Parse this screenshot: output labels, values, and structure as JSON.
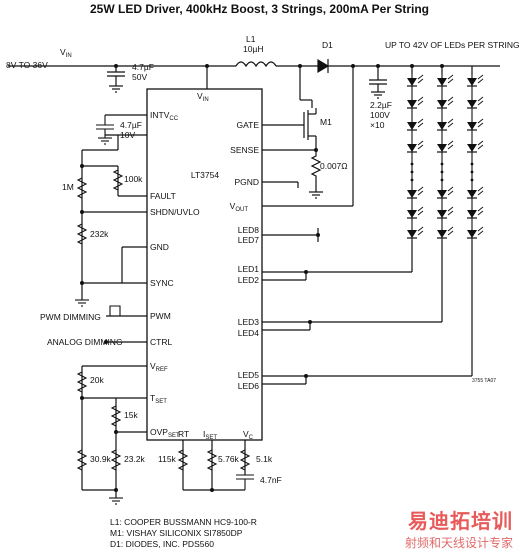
{
  "title": "25W LED Driver, 400kHz Boost, 3 Strings, 200mA Per String",
  "chip": {
    "name": "LT3754",
    "pins_left": [
      "V",
      "INTV",
      "FAULT",
      "SHDN/UVLO",
      "GND",
      "SYNC",
      "PWM",
      "CTRL",
      "V",
      "T",
      "OVP"
    ],
    "pins_left_sub": [
      "IN",
      "CC",
      "",
      "",
      "",
      "",
      "",
      "",
      "REF",
      "SET",
      "SET"
    ],
    "pins_right": [
      "GATE",
      "SENSE",
      "PGND",
      "V",
      "LED8",
      "LED7",
      "LED1",
      "LED2",
      "LED3",
      "LED4",
      "LED5",
      "LED6"
    ],
    "pins_right_sub": [
      "",
      "",
      "",
      "OUT",
      "",
      "",
      "",
      "",
      "",
      "",
      "",
      ""
    ],
    "pins_bottom": [
      "RT",
      "I",
      "V"
    ],
    "pins_bottom_sub": [
      "",
      "SET",
      "C"
    ]
  },
  "labels": {
    "vin": "V",
    "vin_sub": "IN",
    "vin_range": "8V TO 36V",
    "l1": "L1",
    "l1_value": "10µH",
    "d1": "D1",
    "m1": "M1",
    "led_note": "UP TO 42V OF LEDs PER STRING",
    "pwm_dimming": "PWM DIMMING",
    "analog_dimming": "ANALOG DIMMING",
    "drawing_code": "3755 TA07"
  },
  "components": {
    "c_in": [
      "4.7µF",
      "50V"
    ],
    "c_intvcc": [
      "4.7µF",
      "10V"
    ],
    "c_out": [
      "2.2µF",
      "100V",
      "×10"
    ],
    "r_sense": "0.007Ω",
    "r_1m": "1M",
    "r_100k": "100k",
    "r_232k": "232k",
    "r_20k": "20k",
    "r_15k": "15k",
    "r_30_9k": "30.9k",
    "r_23_2k": "23.2k",
    "r_115k": "115k",
    "r_5_76k": "5.76k",
    "r_5_1k": "5.1k",
    "c_4_7nf": "4.7nF"
  },
  "notes": [
    "L1: COOPER BUSSMANN HC9-100-R",
    "M1: VISHAY SILICONIX SI7850DP",
    "D1: DIODES, INC. PDS560"
  ],
  "watermark": {
    "main": "易迪拓培训",
    "sub": "射频和天线设计专家"
  }
}
